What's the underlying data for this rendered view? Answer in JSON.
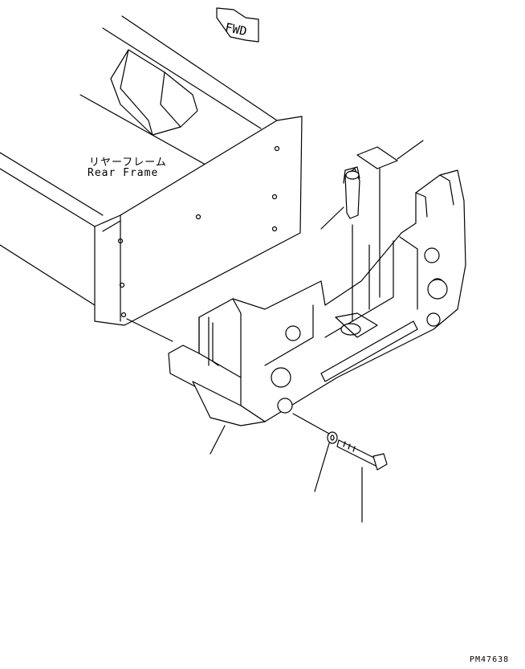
{
  "direction_arrow": {
    "text": "FWD"
  },
  "labels": {
    "rear_frame_jp": "リヤーフレーム",
    "rear_frame_en": "Rear Frame"
  },
  "drawing_code": "PM47638"
}
